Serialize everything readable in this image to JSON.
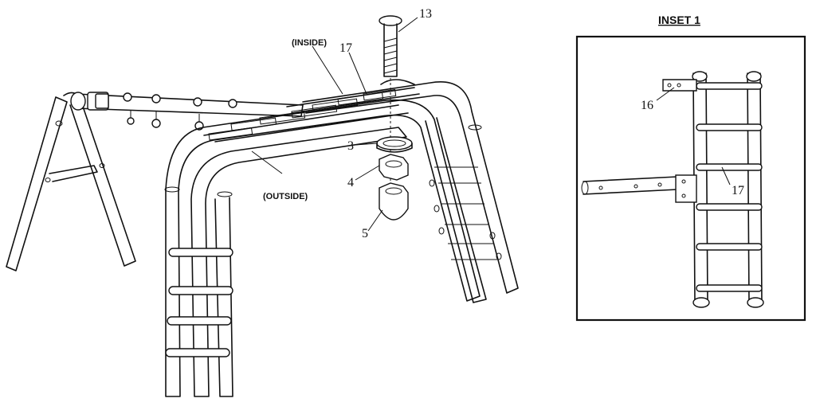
{
  "labels": {
    "inside": "(INSIDE)",
    "outside": "(OUTSIDE)",
    "inset_title": "INSET 1"
  },
  "callouts": {
    "c13": "13",
    "c17": "17",
    "c3": "3",
    "c4": "4",
    "c5": "5",
    "c16": "16",
    "c17_inset": "17"
  }
}
